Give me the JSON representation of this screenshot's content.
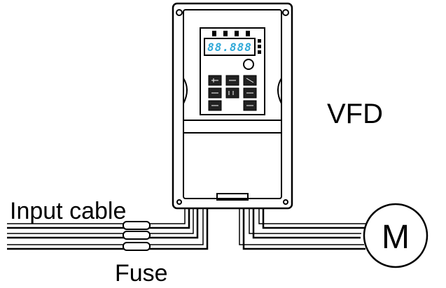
{
  "labels": {
    "device": "VFD",
    "input_cable": "Input cable",
    "fuse": "Fuse",
    "motor": "M"
  },
  "display": {
    "readout": "88.888"
  },
  "colors": {
    "line": "#000000",
    "background": "#ffffff",
    "display_segments": "#2ea8d8"
  }
}
